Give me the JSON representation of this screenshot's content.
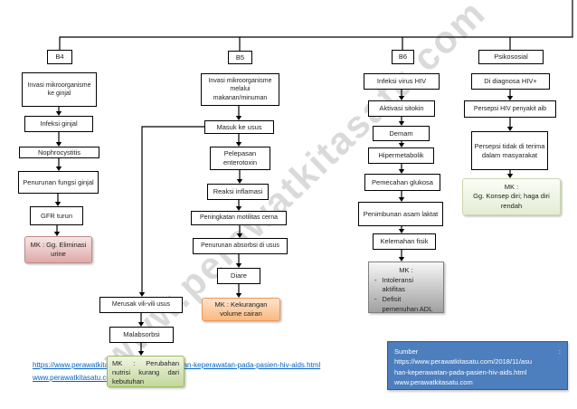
{
  "watermark": "www.perawatkitasatu.com",
  "colors": {
    "mk_pink": "#dfa9a8",
    "mk_orange": "#f9b97f",
    "mk_green": "#c3d69b",
    "mk_pale_green": "#e4ecd4",
    "mk_gray": "#a0a0a0",
    "source_blue": "#4d7ebd",
    "link_blue": "#0563c1"
  },
  "branches": {
    "b4": {
      "label": "B4",
      "nodes": {
        "n1": "Invasi mikroorganisme ke ginjal",
        "n2": "Infeksi ginjal",
        "n3": "Nophrocystitis",
        "n4": "Penurunan fungsi ginjal",
        "n5": "GFR turun"
      },
      "mk": "MK : Gg. Eliminasi urine"
    },
    "b5": {
      "label": "B5",
      "nodes": {
        "n1": "Invasi mikroorganisme melalui makanan/minuman",
        "n2": "Masuk ke usus",
        "n3": "Pelepasan enterotoxin",
        "n4": "Reaksi inflamasi",
        "n5": "Peningkatan motilitas cerna",
        "n6": "Penurunan absorbsi di usus",
        "n7": "Diare"
      },
      "mk": "MK : Kekurangan volume cairan",
      "side": {
        "n1": "Merusak vili-vili usus",
        "n2": "Malabsorbsi",
        "mk": "MK : Perubahan nutrisi kurang dari kebutuhan"
      }
    },
    "b6": {
      "label": "B6",
      "nodes": {
        "n1": "Infeksi virus HIV",
        "n2": "Aktivasi sitokin",
        "n3": "Demam",
        "n4": "Hipermetabolik",
        "n5": "Pemecahan glukosa",
        "n6": "Penimbunan asam laktat",
        "n7": "Kelemahan fisik"
      },
      "mk": {
        "title": "MK :",
        "dash": "-",
        "items": [
          "Intoleransi aktifitas",
          "Defisit pemenuhan ADL"
        ]
      }
    },
    "psikososial": {
      "label": "Psikososial",
      "nodes": {
        "n1": "Di diagnosa HIV+",
        "n2": "Persepsi HIV penyakit aib",
        "n3": "Persepsi tidak di terima dalam masyarakat"
      },
      "mk": {
        "line1": "MK :",
        "line2": "Gg. Konsep diri; haga diri rendah"
      }
    }
  },
  "links": {
    "line1": "https://www.perawatkitasatu.com/2018/11/asuhan-keperawatan-pada-pasien-hiv-aids.html",
    "line2": "www.perawatkitasatu.com"
  },
  "source_box": {
    "label": "Sumber",
    "colon": ":",
    "line1": "https://www.perawatkitasatu.com/2018/11/asu",
    "line2": "han-keperawatan-pada-pasien-hiv-aids.html",
    "line3": "www.perawatkitasatu.com"
  }
}
